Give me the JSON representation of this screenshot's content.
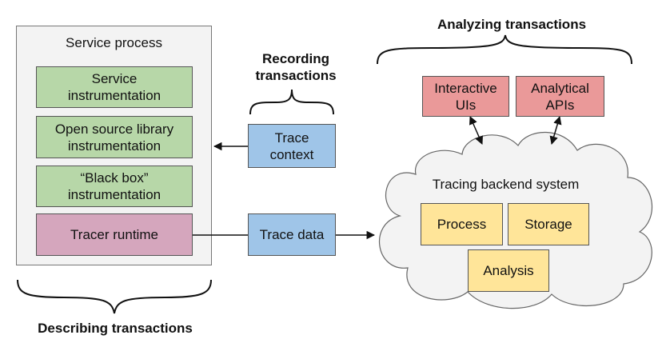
{
  "service_process": {
    "title": "Service process",
    "service_instrumentation": "Service\ninstrumentation",
    "open_source_instrumentation": "Open source library\ninstrumentation",
    "black_box_instrumentation": "“Black box”\ninstrumentation",
    "tracer_runtime": "Tracer runtime"
  },
  "recording": {
    "heading": "Recording\ntransactions",
    "trace_context": "Trace\ncontext",
    "trace_data": "Trace data"
  },
  "analyzing": {
    "heading": "Analyzing transactions",
    "interactive_uis": "Interactive\nUIs",
    "analytical_apis": "Analytical\nAPIs"
  },
  "backend": {
    "title": "Tracing backend system",
    "process": "Process",
    "storage": "Storage",
    "analysis": "Analysis"
  },
  "describing": {
    "heading": "Describing transactions"
  },
  "colors": {
    "green": "#b7d7a8",
    "pink": "#d5a6bd",
    "blue": "#9fc5e8",
    "red": "#ea9999",
    "yellow": "#ffe599",
    "panel": "#f3f3f3"
  }
}
